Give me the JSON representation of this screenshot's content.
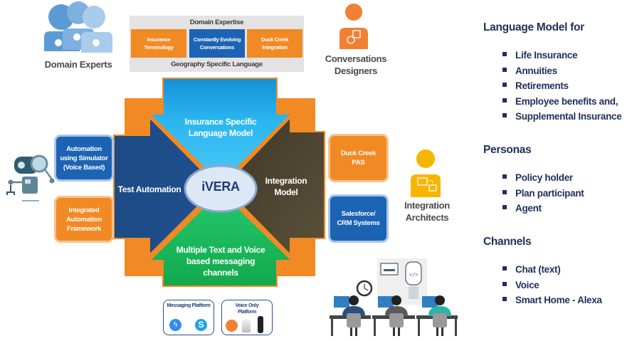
{
  "domain_expertise": {
    "title": "Domain Expertise",
    "boxes": [
      {
        "label_1": "Insurance",
        "label_2": "Terminology",
        "color": "#f18a24"
      },
      {
        "label_1": "Constantly Evolving",
        "label_2": "Conversations",
        "color": "#1d63b3"
      },
      {
        "label_1": "Duck Creek",
        "label_2": "Integration",
        "color": "#f18a24"
      }
    ],
    "footer": "Geography Specific Language"
  },
  "roles": {
    "domain_experts": "Domain Experts",
    "conversation_designers_1": "Conversations",
    "conversation_designers_2": "Designers",
    "integration_architects_1": "Integration",
    "integration_architects_2": "Architects"
  },
  "center": {
    "label": "iVERA",
    "arrows": {
      "top_1": "Insurance Specific",
      "top_2": "Language Model",
      "left": "Test Automation",
      "right_1": "Integration",
      "right_2": "Model",
      "bottom_1": "Multiple Text and Voice",
      "bottom_2": "based messaging",
      "bottom_3": "channels"
    }
  },
  "left_boxes": [
    {
      "lines": [
        "Automation",
        "using Simulator",
        "(Voice Based)"
      ],
      "color": "#1d63b3"
    },
    {
      "lines": [
        "Integrated",
        "Automation",
        "Framework"
      ],
      "color": "#f18a24"
    }
  ],
  "right_boxes": [
    {
      "lines": [
        "Duck Creek",
        "PAS"
      ],
      "color": "#f18a24"
    },
    {
      "lines": [
        "Salesforce/",
        "CRM Systems"
      ],
      "color": "#1d63b3"
    }
  ],
  "platforms": {
    "messaging": "Messaging Platform",
    "voice_1": "Voice Only",
    "voice_2": "Platform"
  },
  "right_panel": {
    "sections": [
      {
        "heading": "Language Model for",
        "items": [
          "Life Insurance",
          "Annuities",
          "Retirements",
          "Employee benefits and,",
          "Supplemental  Insurance"
        ]
      },
      {
        "heading": "Personas",
        "items": [
          "Policy holder",
          "Plan participant",
          "Agent"
        ]
      },
      {
        "heading": "Channels",
        "items": [
          "Chat (text)",
          "Voice",
          "Smart Home - Alexa"
        ]
      }
    ]
  },
  "colors": {
    "orange": "#f18a24",
    "blue": "#1d63b3",
    "sky": "#29b5ef",
    "navy": "#1f4a86",
    "olive": "#4c432e",
    "green": "#1ec160",
    "text_navy": "#1f2f5c"
  }
}
